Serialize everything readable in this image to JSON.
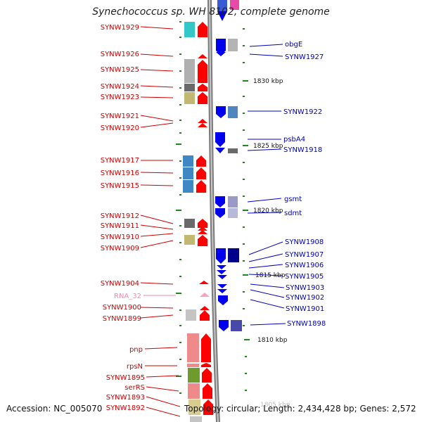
{
  "title": "Synechococcus sp. WH 8102, complete genome",
  "footer": {
    "accession": "Accession: NC_005070",
    "topology": "Topology: circular; Length: 2,434,428 bp; Genes: 2,572"
  },
  "colors": {
    "left_label": "#d10000",
    "right_label": "#0000c0",
    "rna_label": "#f28aa8",
    "reverse_strand": "#ff0000",
    "forward_strand": "#0000ee",
    "backbone": "#888888",
    "tick": "#1a8a1a"
  },
  "scale_labels": [
    "1830 kbp",
    "1825 kbp",
    "1820 kbp",
    "1815 kbp",
    "1810 kbp",
    "1805 kbp"
  ],
  "left_labels": [
    "SYNW1929",
    "SYNW1926",
    "SYNW1925",
    "SYNW1924",
    "SYNW1923",
    "SYNW1921",
    "SYNW1920",
    "SYNW1917",
    "SYNW1916",
    "SYNW1915",
    "SYNW1912",
    "SYNW1911",
    "SYNW1910",
    "SYNW1909",
    "SYNW1904",
    "RNA_32",
    "SYNW1900",
    "SYNW1899",
    "pnp",
    "rpsN",
    "SYNW1895",
    "serRS",
    "SYNW1893",
    "SYNW1892"
  ],
  "right_labels": [
    "obgE",
    "SYNW1927",
    "SYNW1922",
    "psbA4",
    "SYNW1918",
    "gsmt",
    "sdmt",
    "SYNW1908",
    "SYNW1907",
    "SYNW1906",
    "SYNW1905",
    "SYNW1903",
    "SYNW1902",
    "SYNW1901",
    "SYNW1898"
  ]
}
